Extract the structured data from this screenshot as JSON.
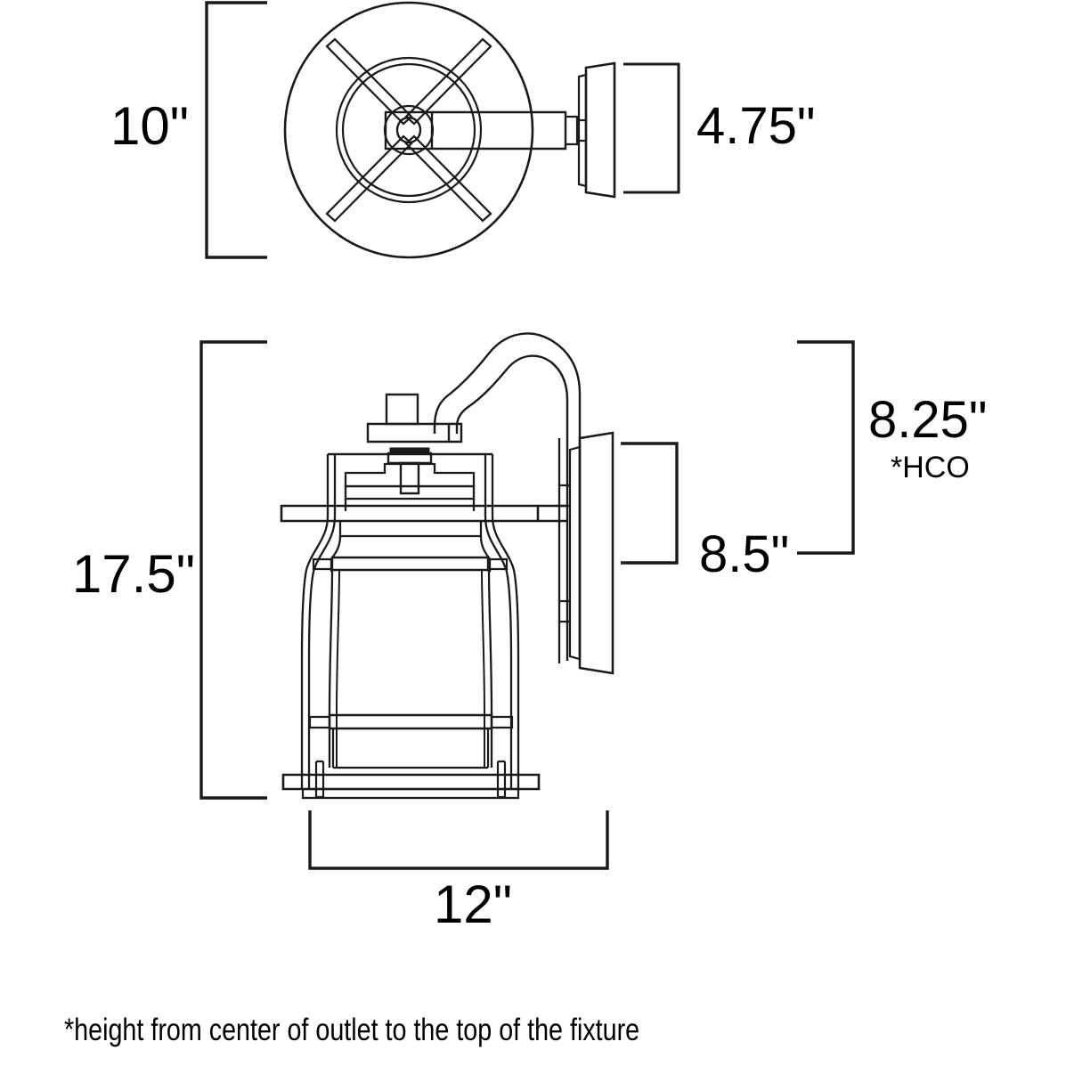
{
  "document": {
    "type": "product-dimension-drawing",
    "subject": "outdoor wall lantern fixture",
    "background_color": "#ffffff",
    "line_color": "#1a1a1a",
    "text_color": "#000000"
  },
  "dimensions": {
    "height_top_view": "10\"",
    "depth_top_view": "4.75\"",
    "overall_height": "17.5\"",
    "hco_height": "8.25\"",
    "hco_note": "*HCO",
    "backplate_height": "8.5\"",
    "overall_width": "12\""
  },
  "footnote": {
    "text": "*height from center of outlet to the top of the fixture"
  },
  "views": {
    "top": {
      "label": "top-view",
      "parts": [
        "outer-disc",
        "inner-ring-outer",
        "inner-ring-inner",
        "hub-circle",
        "cross-arms",
        "center-hub",
        "stem-arm",
        "backplate-profile",
        "mounting-block"
      ]
    },
    "side": {
      "label": "side-elevation",
      "parts": [
        "scroll-arm",
        "finial",
        "cap-plate",
        "lantern-top-cap",
        "wide-shelf",
        "glass-body",
        "side-rails",
        "mid-band",
        "lower-band",
        "base-plate",
        "backplate"
      ]
    }
  }
}
